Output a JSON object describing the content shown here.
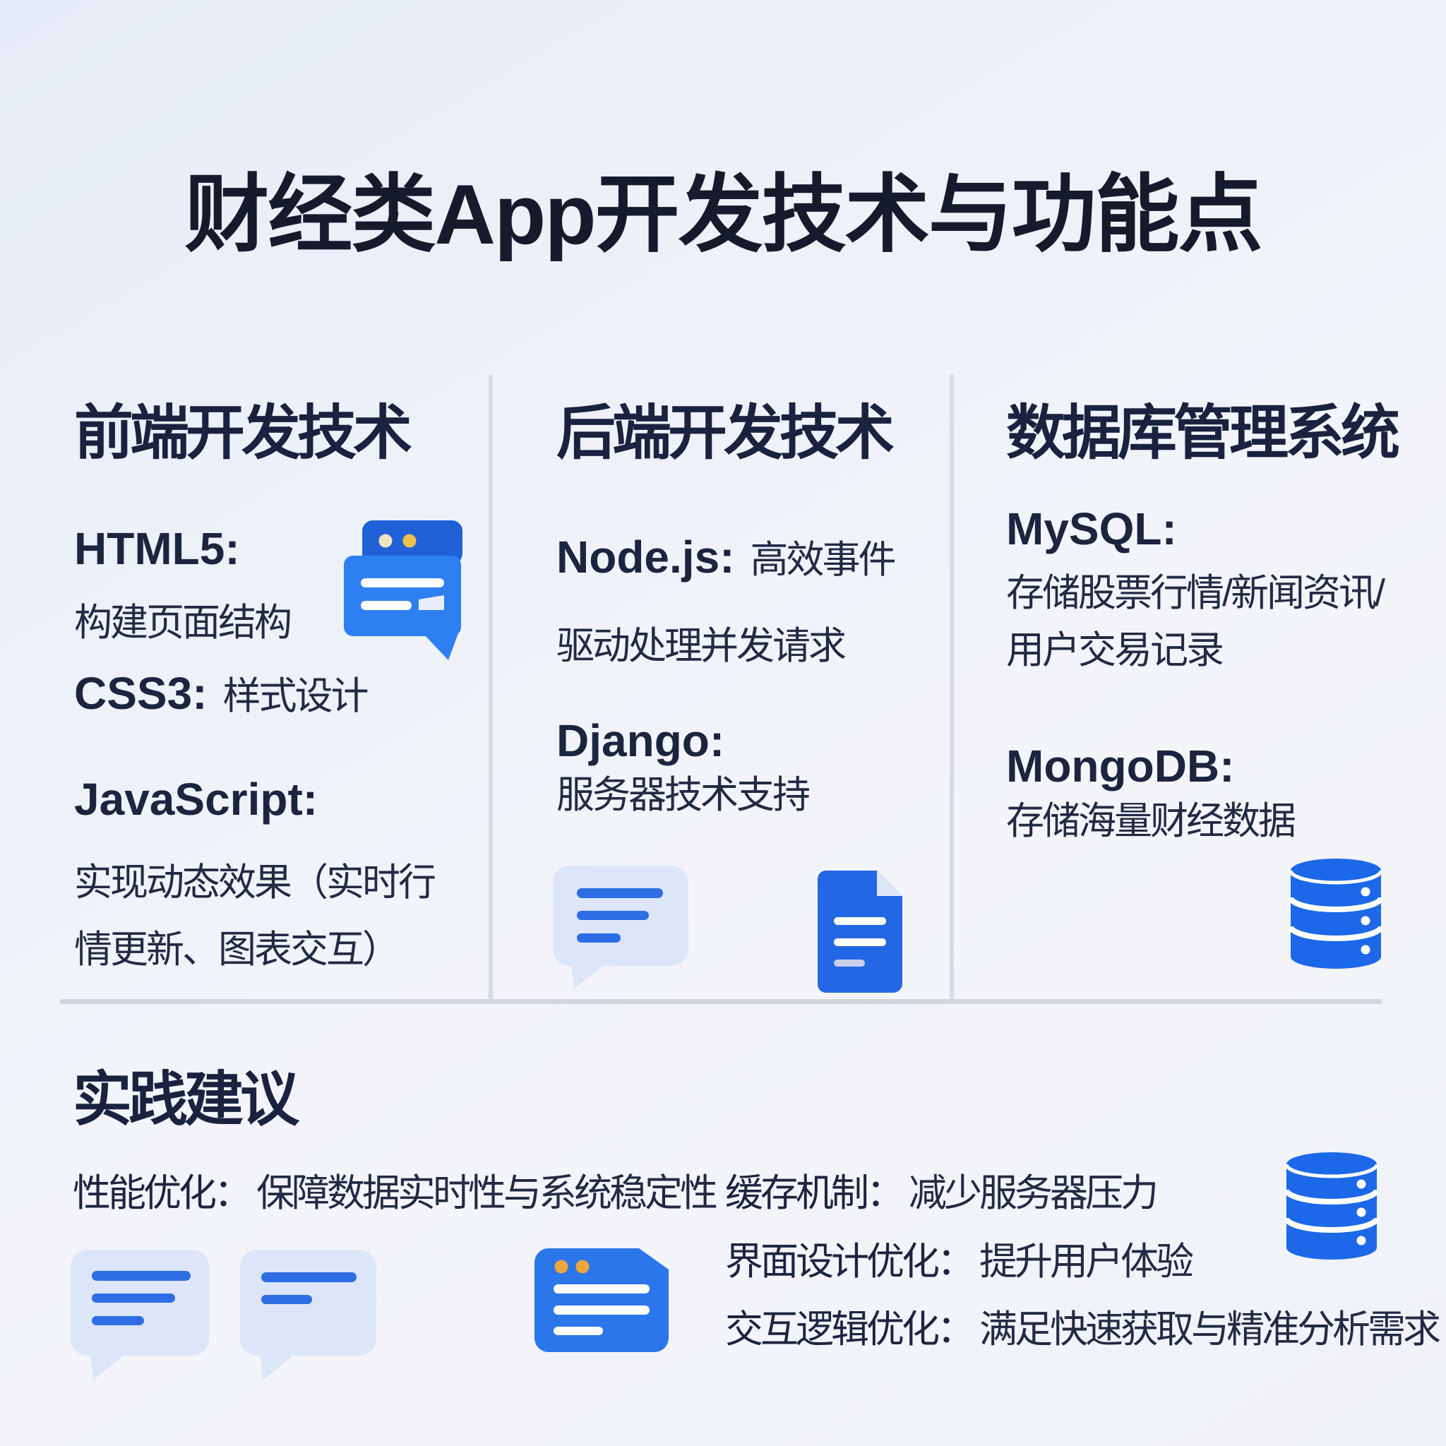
{
  "title": "财经类App开发技术与功能点",
  "colors": {
    "background_top": "#e6ecf7",
    "background_bottom": "#f3f5f9",
    "text_dark": "#1a2036",
    "accent_blue": "#2574ec",
    "accent_blue_deep": "#2161d8",
    "doc_blue": "#2467e4",
    "light_bubble": "#dce6f8",
    "bubble_line_blue": "#2d6ee4",
    "orange_dot": "#eca63e",
    "cream_dot": "#f1e3bd",
    "divider_gray": "#d5d9e0"
  },
  "icons": {
    "frontend": "browser-chat-window-icon",
    "backend_left": "chat-bubble-icon",
    "backend_right": "document-icon",
    "database": "database-cylinder-icon",
    "practice_bubble_1": "chat-bubble-icon",
    "practice_bubble_2": "chat-bubble-icon",
    "practice_window": "browser-window-icon",
    "practice_database": "database-cylinder-icon"
  },
  "columns": [
    {
      "header": "前端开发技术",
      "items": [
        {
          "name": "HTML5:",
          "desc": "构建页面结构"
        },
        {
          "name": "CSS3:",
          "desc": "样式设计"
        },
        {
          "name": "JavaScript:",
          "desc": "实现动态效果（实时行情更新、图表交互）"
        }
      ]
    },
    {
      "header": "后端开发技术",
      "items": [
        {
          "name": "Node.js:",
          "desc": "高效事件驱动处理并发请求"
        },
        {
          "name": "Django:",
          "desc": "服务器技术支持"
        }
      ]
    },
    {
      "header": "数据库管理系统",
      "items": [
        {
          "name": "MySQL:",
          "desc": "存储股票行情/新闻资讯/用户交易记录"
        },
        {
          "name": "MongoDB:",
          "desc": "存储海量财经数据"
        }
      ]
    }
  ],
  "practice": {
    "header": "实践建议",
    "items": [
      {
        "label": "性能优化：",
        "desc": "保障数据实时性与系统稳定性"
      },
      {
        "label": "缓存机制：",
        "desc": "减少服务器压力"
      },
      {
        "label": "界面设计优化：",
        "desc": "提升用户体验"
      },
      {
        "label": "交互逻辑优化：",
        "desc": "满足快速获取与精准分析需求"
      }
    ]
  }
}
